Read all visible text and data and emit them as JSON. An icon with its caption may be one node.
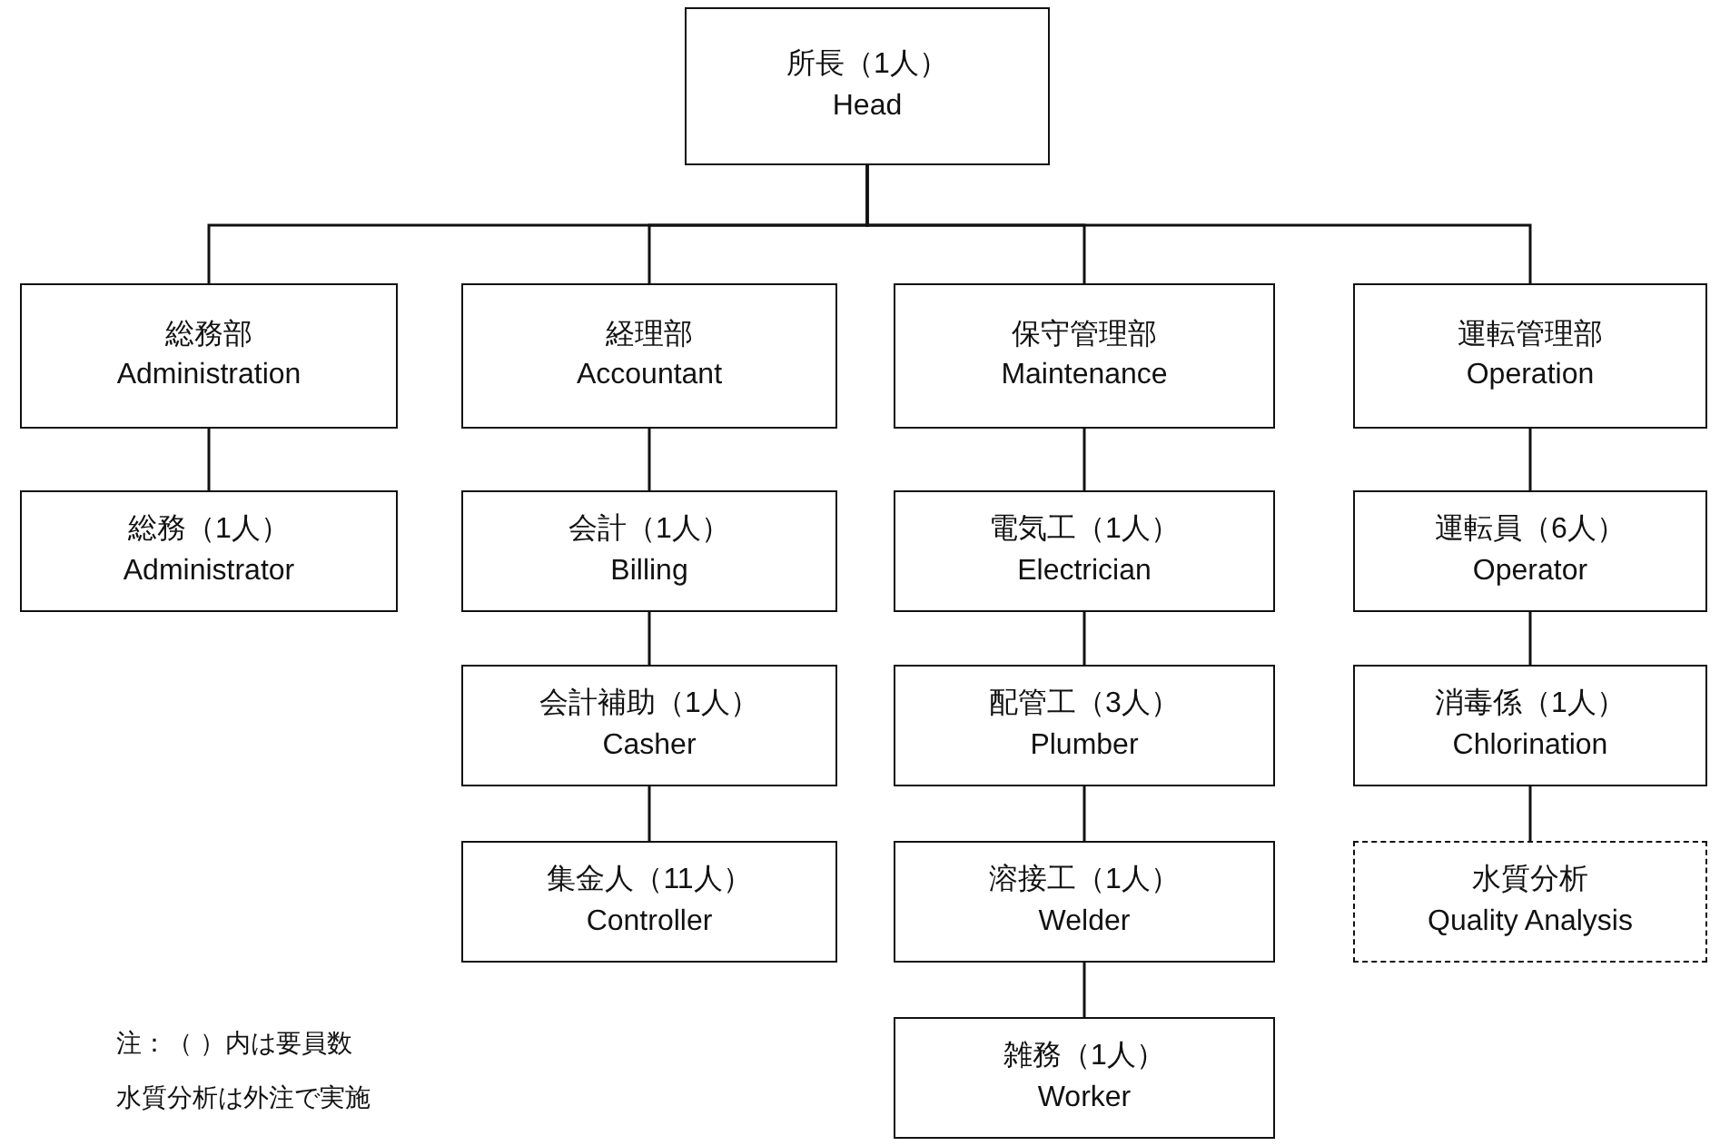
{
  "diagram": {
    "nodes": [
      {
        "text": [
          "所長（1人）",
          "Head"
        ]
      },
      {
        "text": [
          "総務部",
          "Administration"
        ]
      },
      {
        "text": [
          "経理部",
          "Accountant"
        ]
      },
      {
        "text": [
          "保守管理部",
          "Maintenance"
        ]
      },
      {
        "text": [
          "運転管理部",
          "Operation"
        ]
      },
      {
        "text": [
          "総務（1人）",
          "Administrator"
        ]
      },
      {
        "text": [
          "会計（1人）",
          "Billing"
        ]
      },
      {
        "text": [
          "会計補助（1人）",
          "Casher"
        ]
      },
      {
        "text": [
          "集金人（11人）",
          "Controller"
        ]
      },
      {
        "text": [
          "電気工（1人）",
          "Electrician"
        ]
      },
      {
        "text": [
          "配管工（3人）",
          "Plumber"
        ]
      },
      {
        "text": [
          "溶接工（1人）",
          "Welder"
        ]
      },
      {
        "text": [
          "雑務（1人）",
          "Worker"
        ]
      },
      {
        "text": [
          "運転員（6人）",
          "Operator"
        ]
      },
      {
        "text": [
          "消毒係（1人）",
          "Chlorination"
        ]
      },
      {
        "text": [
          "水質分析",
          "Quality Analysis"
        ]
      }
    ],
    "edges": [
      {
        "from": 0,
        "to": 1,
        "arrow": "none"
      },
      {
        "from": 0,
        "to": 2,
        "arrow": "none"
      },
      {
        "from": 0,
        "to": 3,
        "arrow": "none"
      },
      {
        "from": 0,
        "to": 4,
        "arrow": "none"
      },
      {
        "from": 1,
        "to": 5,
        "arrow": "none"
      },
      {
        "from": 2,
        "to": 6,
        "arrow": "none"
      },
      {
        "from": 6,
        "to": 7,
        "arrow": "none"
      },
      {
        "from": 7,
        "to": 8,
        "arrow": "none"
      },
      {
        "from": 3,
        "to": 9,
        "arrow": "none"
      },
      {
        "from": 9,
        "to": 10,
        "arrow": "none"
      },
      {
        "from": 10,
        "to": 11,
        "arrow": "none"
      },
      {
        "from": 11,
        "to": 12,
        "arrow": "none"
      },
      {
        "from": 4,
        "to": 13,
        "arrow": "none"
      },
      {
        "from": 13,
        "to": 14,
        "arrow": "none"
      },
      {
        "from": 14,
        "to": 15,
        "arrow": "none"
      }
    ],
    "labels": [
      "注：（ ）内は要員数",
      "水質分析は外注で実施"
    ]
  }
}
